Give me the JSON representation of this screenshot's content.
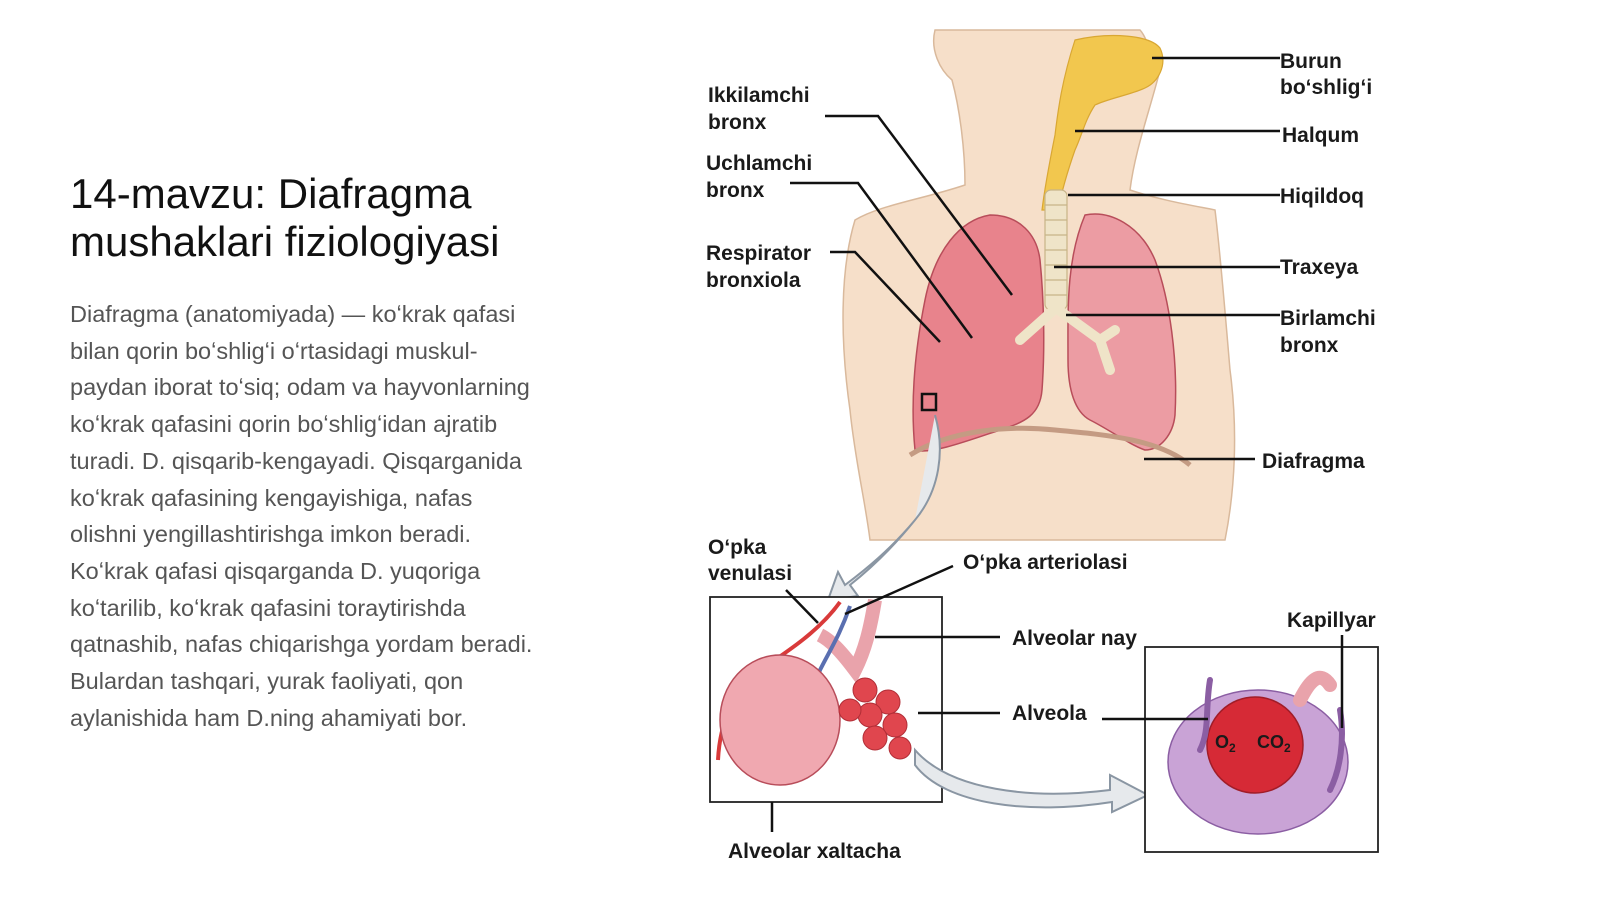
{
  "slide": {
    "title": "14-mavzu: Diafragma mushaklari fiziologiyasi",
    "body": "Diafragma (anatomiyada) — koʻkrak qafasi bilan qorin boʻshligʻi oʻrtasidagi muskul-paydan iborat toʻsiq; odam va hayvonlarning koʻkrak qafasini qorin boʻshligʻidan ajratib turadi. D. qisqarib-kengayadi. Qisqarganida koʻkrak qafasining kengayishiga, nafas olishni yengillashtirishga imkon beradi. Koʻkrak qafasi qisqarganda D. yuqoriga koʻtarilib, koʻkrak qafasini toraytirishda qatnashib, nafas chiqarishga yordam beradi. Bulardan tashqari, yurak faoliyati, qon aylanishida ham D.ning ahamiyati bor."
  },
  "figure": {
    "labels_right": {
      "burun_1": "Burun",
      "burun_2": "boʻshligʻi",
      "halqum": "Halqum",
      "hiqildoq": "Hiqildoq",
      "traxeya": "Traxeya",
      "birlamchi_1": "Birlamchi",
      "birlamchi_2": "bronx",
      "diafragma": "Diafragma"
    },
    "labels_left": {
      "ikkilamchi_1": "Ikkilamchi",
      "ikkilamchi_2": "bronx",
      "uchlamchi_1": "Uchlamchi",
      "uchlamchi_2": "bronx",
      "respirator_1": "Respirator",
      "respirator_2": "bronxiola"
    },
    "labels_bottom": {
      "opka_venulasi_1": "Oʻpka",
      "opka_venulasi_2": "venulasi",
      "opka_arteriolasi": "Oʻpka arteriolasi",
      "alveolar_nay": "Alveolar nay",
      "alveola": "Alveola",
      "kapillyar": "Kapillyar",
      "alveolar_xaltacha": "Alveolar xaltacha",
      "o2_main": "O",
      "o2_sub": "2",
      "co2_main": "CO",
      "co2_sub": "2"
    },
    "colors": {
      "lung": "#e8838c",
      "lung_dark": "#d45f6c",
      "airway": "#f2c74e",
      "skin": "#f6dfc9",
      "leader": "#111111",
      "artery": "#d93a3a",
      "vein": "#5a6fb0"
    }
  }
}
